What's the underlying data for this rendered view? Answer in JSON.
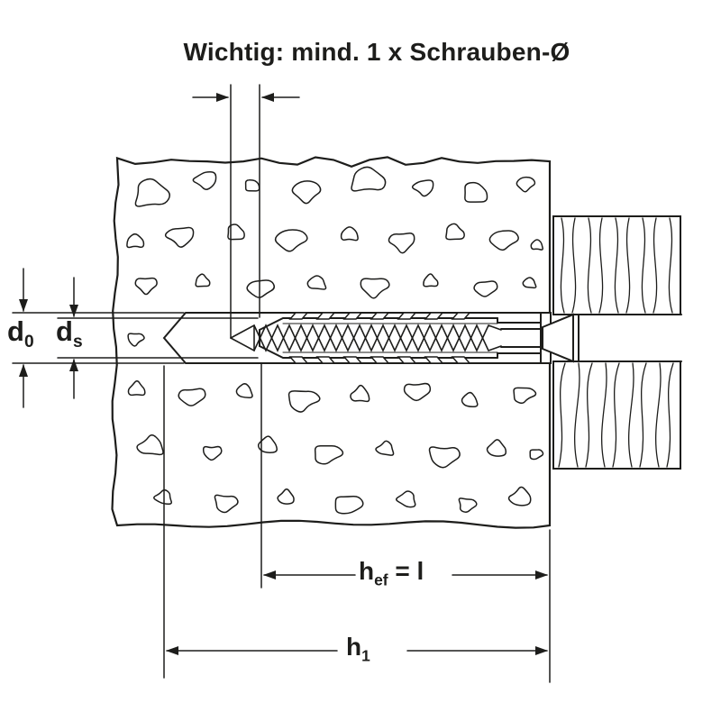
{
  "title": "Wichtig: mind. 1 x Schrauben-Ø",
  "dimensions": {
    "d0": {
      "base": "d",
      "sub": "0"
    },
    "ds": {
      "base": "d",
      "sub": "s"
    },
    "hef": {
      "base": "h",
      "sub": "ef",
      "suffix": " = l"
    },
    "h1": {
      "base": "h",
      "sub": "1"
    }
  },
  "colors": {
    "line": "#1d1d1b",
    "background": "#ffffff"
  }
}
